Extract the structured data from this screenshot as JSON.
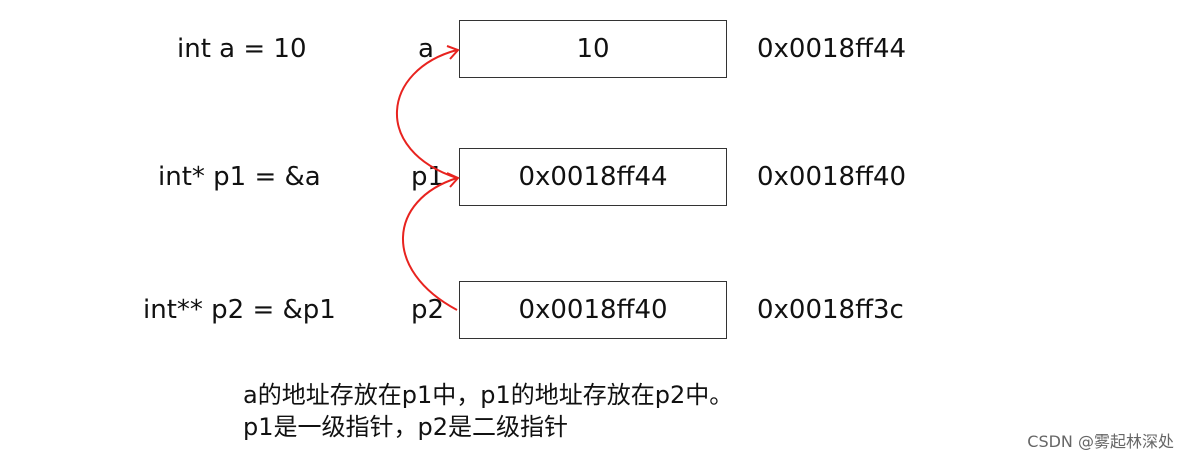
{
  "rows": [
    {
      "declaration": "int a = 10",
      "var": "a",
      "value": "10",
      "address": "0x0018ff44"
    },
    {
      "declaration": "int* p1 = &a",
      "var": "p1",
      "value": "0x0018ff44",
      "address": "0x0018ff40"
    },
    {
      "declaration": "int** p2 = &p1",
      "var": "p2",
      "value": "0x0018ff40",
      "address": "0x0018ff3c"
    }
  ],
  "arrow_color": "#e8231f",
  "notes": [
    "a的地址存放在p1中，p1的地址存放在p2中。",
    "p1是一级指针，p2是二级指针"
  ],
  "watermark": "CSDN @雾起林深处"
}
